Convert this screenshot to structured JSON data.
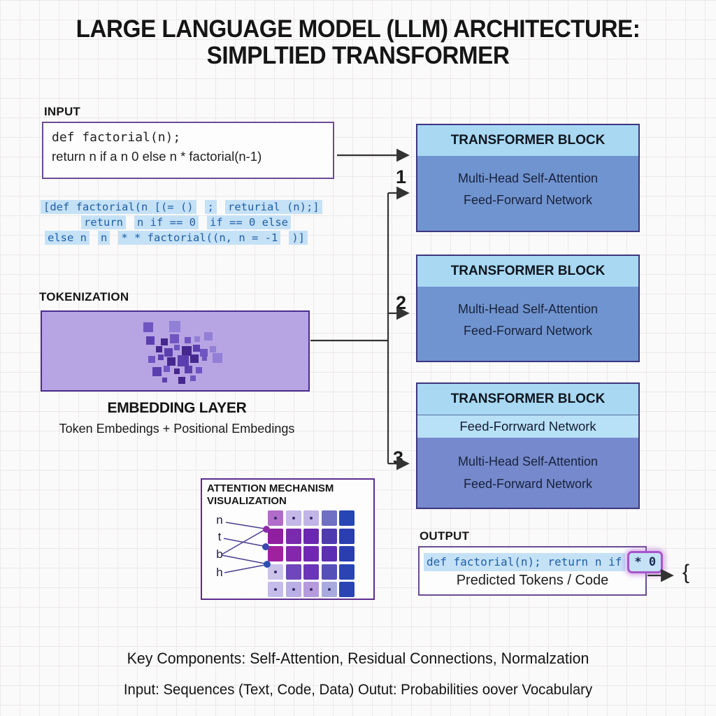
{
  "colors": {
    "box_border": "#6a4c93",
    "att_border": "#5b2d8e",
    "block_border": "#3d3580",
    "block_header_bg": "#a8d8f2",
    "block_body_bg": "#7094cf",
    "block3_body_bg": "#7589cc",
    "band_bg": "#b8e0f6",
    "purple_box_bg": "#b7a4e3",
    "purple_box_border": "#4a2d8e",
    "chip_bg": "#c5e1f6",
    "chip_text": "#1d5fa8",
    "highlight_border": "#a855cb",
    "arrow": "#333333"
  },
  "title": {
    "line1": "LARGE LANGUAGE MODEL (LLM) ARCHITECTURE:",
    "line2": "SIMPLTIED TRANSFORMER"
  },
  "input": {
    "label": "INPUT",
    "code_line1": "def factorial(n);",
    "code_line2": "return n if a n 0 else n * factorial(n-1)"
  },
  "tokenized": {
    "lines": [
      [
        "[def factorial(n [(= ()",
        ";",
        "returial (n);]"
      ],
      [
        "return",
        "n if == 0",
        "if == 0 else"
      ],
      [
        "else n",
        "n",
        "* * factorial((n, n = -1",
        ")]"
      ]
    ]
  },
  "tokenization": {
    "label": "TOKENIZATION"
  },
  "embedding": {
    "title": "EMBEDDING LAYER",
    "subtitle": "Token Embedings + Positional Embedings",
    "palette": [
      "#45278e",
      "#5b3fae",
      "#6f55c2",
      "#927fd6"
    ],
    "squares": [
      [
        145,
        15,
        14,
        2
      ],
      [
        182,
        13,
        16,
        3
      ],
      [
        149,
        35,
        12,
        1
      ],
      [
        170,
        38,
        10,
        0
      ],
      [
        183,
        32,
        13,
        2
      ],
      [
        204,
        36,
        9,
        2
      ],
      [
        218,
        35,
        8,
        3
      ],
      [
        232,
        29,
        12,
        3
      ],
      [
        163,
        49,
        9,
        0
      ],
      [
        175,
        52,
        12,
        1
      ],
      [
        189,
        47,
        8,
        2
      ],
      [
        200,
        49,
        14,
        0
      ],
      [
        216,
        47,
        10,
        1
      ],
      [
        226,
        53,
        11,
        2
      ],
      [
        240,
        49,
        9,
        3
      ],
      [
        152,
        63,
        10,
        2
      ],
      [
        166,
        61,
        8,
        1
      ],
      [
        179,
        65,
        12,
        0
      ],
      [
        194,
        62,
        16,
        1
      ],
      [
        212,
        61,
        12,
        0
      ],
      [
        229,
        63,
        7,
        2
      ],
      [
        244,
        59,
        14,
        3
      ],
      [
        158,
        79,
        13,
        1
      ],
      [
        174,
        77,
        9,
        2
      ],
      [
        189,
        81,
        8,
        0
      ],
      [
        204,
        77,
        11,
        1
      ],
      [
        220,
        79,
        9,
        2
      ],
      [
        172,
        94,
        7,
        1
      ],
      [
        195,
        93,
        10,
        0
      ],
      [
        212,
        91,
        8,
        2
      ]
    ]
  },
  "flow": {
    "step1": "1",
    "step2": "2",
    "step3": "3"
  },
  "blocks": [
    {
      "title": "TRANSFORMER BLOCK",
      "line1": "Multi-Head Self-Attention",
      "line2": "Feed-Forward Network"
    },
    {
      "title": "TRANSFORMER BLOCK",
      "line1": "Multi-Head Self-Attention",
      "line2": "Feed-Forward Network"
    },
    {
      "title": "TRANSFORMER BLOCK",
      "band": "Feed-Forrward Network",
      "line1": "Multi-Head Self-Attention",
      "line2": "Feed-Forward Network"
    }
  ],
  "attention": {
    "title_line1": "ATTENTION MECHANISM",
    "title_line2": "VISUALIZATION",
    "row_labels": [
      "n",
      "t",
      "b",
      "h"
    ],
    "grid_colors": [
      [
        "#b06cc8",
        "#c4b8e8",
        "#c1b4e6",
        "#6f6fc4",
        "#2646b4"
      ],
      [
        "#8f1f9e",
        "#7a2bad",
        "#6a28b0",
        "#4f3ab0",
        "#2a3eb0"
      ],
      [
        "#a0219e",
        "#8527ad",
        "#7227b2",
        "#5c2eb2",
        "#2a3eb0"
      ],
      [
        "#cbc2ea",
        "#6f46bb",
        "#6a35b8",
        "#5550b8",
        "#2a44b4"
      ],
      [
        "#c5bce9",
        "#b9aee5",
        "#b59ade",
        "#a8aade",
        "#2a44b4"
      ]
    ],
    "grid_dots": [
      [
        1,
        1,
        1,
        0,
        0
      ],
      [
        0,
        0,
        0,
        0,
        0
      ],
      [
        0,
        0,
        0,
        0,
        0
      ],
      [
        1,
        0,
        0,
        0,
        0
      ],
      [
        1,
        1,
        1,
        1,
        0
      ]
    ]
  },
  "output": {
    "label": "OUTPUT",
    "code_prefix": "def factorial(n); return n if",
    "code_highlight": "* 0",
    "caption": "Predicted Tokens / Code",
    "brace": "{"
  },
  "footer": {
    "line1": "Key Components: Self-Attention, Residual Connections, Normalzation",
    "line2": "Input: Sequences (Text, Code, Data) Outut: Probabilities oover Vocabulary"
  }
}
